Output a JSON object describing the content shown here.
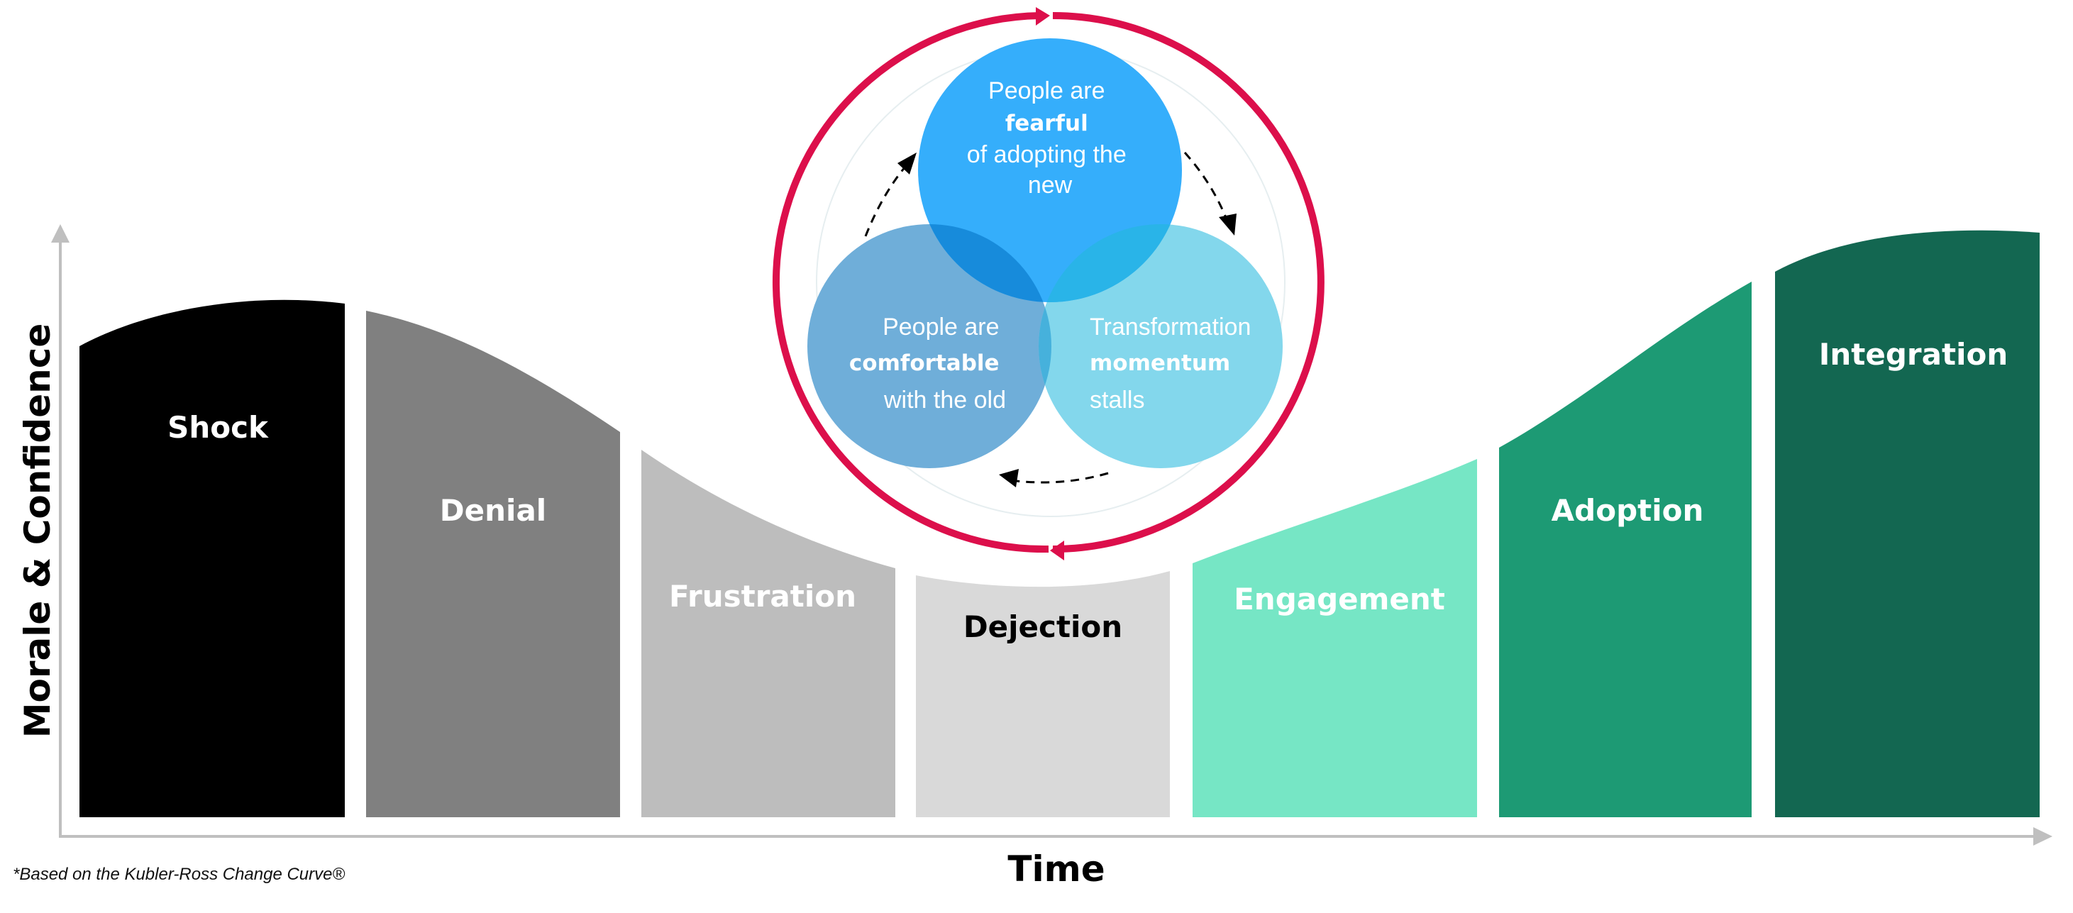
{
  "title": "Change Curve",
  "axes": {
    "y_label": "Morale & Confidence",
    "x_label": "Time"
  },
  "footnote": "*Based on the Kubler-Ross Change Curve®",
  "stages": [
    {
      "label": "Shock",
      "fill": "#000000",
      "text_color": "#ffffff"
    },
    {
      "label": "Denial",
      "fill": "#808080",
      "text_color": "#ffffff"
    },
    {
      "label": "Frustration",
      "fill": "#bdbdbd",
      "text_color": "#ffffff"
    },
    {
      "label": "Dejection",
      "fill": "#d9d9d9",
      "text_color": "#000000"
    },
    {
      "label": "Engagement",
      "fill": "#76e6c5",
      "text_color": "#ffffff"
    },
    {
      "label": "Adoption",
      "fill": "#1d9a74",
      "text_color": "#ffffff"
    },
    {
      "label": "Integration",
      "fill": "#136751",
      "text_color": "#ffffff"
    }
  ],
  "cycle": {
    "ring_color": "#dc0f4b",
    "circles": {
      "fearful": {
        "lines": [
          "People are",
          "fearful",
          "of adopting the",
          "new"
        ],
        "bold_line": 1,
        "color": "#35aefb"
      },
      "comfortable": {
        "lines": [
          "People are",
          "comfortable",
          "with the old"
        ],
        "bold_line": 1,
        "color": "#6faed9"
      },
      "stalls": {
        "lines": [
          "Transformation",
          "momentum",
          "stalls"
        ],
        "bold_line": 1,
        "color": "#83d7ec"
      }
    }
  }
}
